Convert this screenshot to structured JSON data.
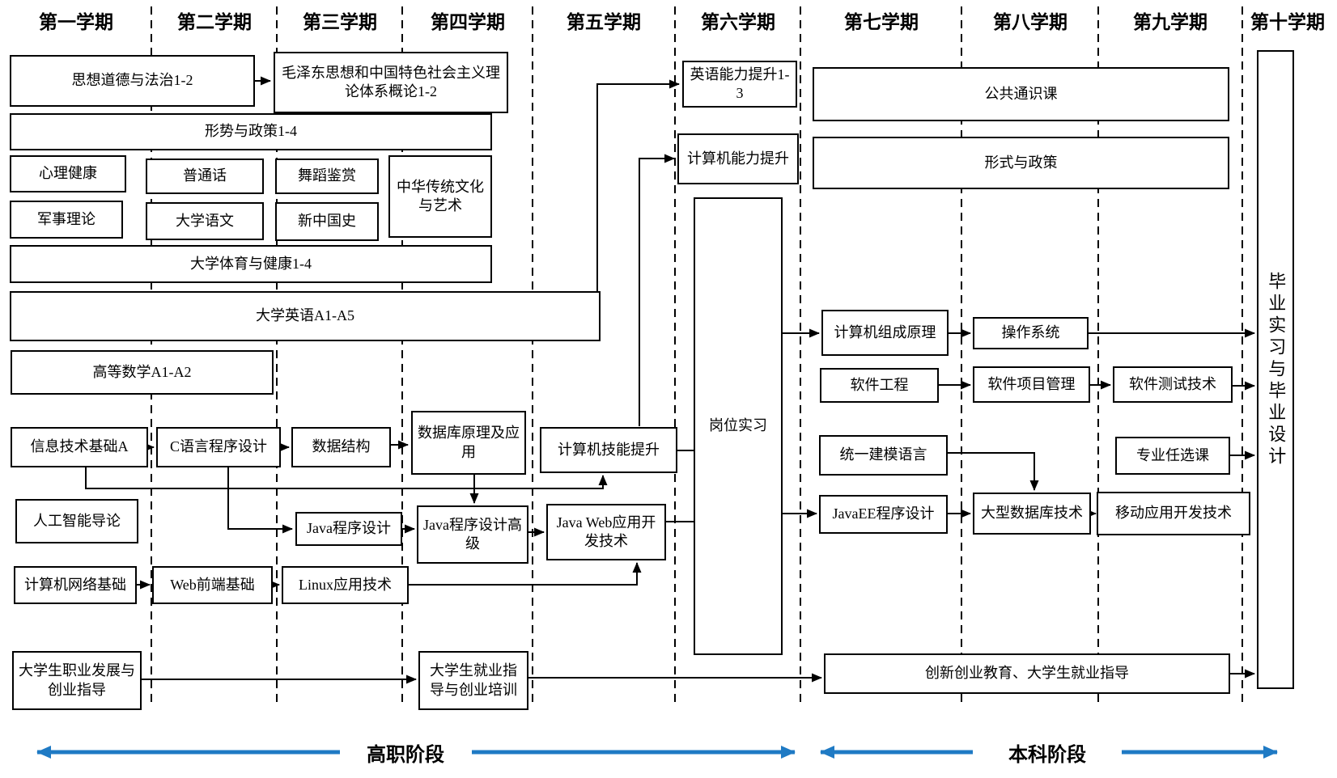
{
  "header": {
    "semesters": [
      "第一学期",
      "第二学期",
      "第三学期",
      "第四学期",
      "第五学期",
      "第六学期",
      "第七学期",
      "第八学期",
      "第九学期",
      "第十学期"
    ]
  },
  "courses": {
    "sxdd": "思想道德与法治1-2",
    "mzd": "毛泽东思想和中国特色社会主义理论体系概论1-2",
    "xszc": "形势与政策1-4",
    "xljk": "心理健康",
    "pth": "普通话",
    "wdjs": "舞蹈鉴赏",
    "zhct": "中华传统文化与艺术",
    "jsll": "军事理论",
    "dxyw": "大学语文",
    "xzgs": "新中国史",
    "tyjk": "大学体育与健康1-4",
    "dxyy": "大学英语A1-A5",
    "gdsx": "高等数学A1-A2",
    "xxjs": "信息技术基础A",
    "cyycx": "C语言程序设计",
    "sjjg": "数据结构",
    "sjkyl": "数据库原理及应用",
    "jsjjn": "计算机技能提升",
    "yynl": "英语能力提升1-3",
    "jsjnl": "计算机能力提升",
    "gwsx": "岗位实习",
    "rgzn": "人工智能导论",
    "javacx": "Java程序设计",
    "javagj": "Java程序设计高级",
    "javaweb": "Java Web应用开发技术",
    "jsjwl": "计算机网络基础",
    "webqd": "Web前端基础",
    "linux": "Linux应用技术",
    "zyfz": "大学生职业发展与创业指导",
    "jyzd": "大学生就业指导与创业培训",
    "ggtsk": "公共通识课",
    "xsyzc": "形式与政策",
    "jsjzc": "计算机组成原理",
    "czxt": "操作系统",
    "rjgc": "软件工程",
    "rjxmgl": "软件项目管理",
    "rjcsjs": "软件测试技术",
    "uml": "统一建模语言",
    "zyrxk": "专业任选课",
    "javaee": "JavaEE程序设计",
    "dxsjkjs": "大型数据库技术",
    "ydyykf": "移动应用开发技术",
    "cxcyjy": "创新创业教育、大学生就业指导",
    "bysx": "毕业实习与毕业设计"
  },
  "stages": {
    "left": "高职阶段",
    "right": "本科阶段"
  },
  "colors": {
    "line": "#000000",
    "stage_arrow": "#1F7AC4",
    "background": "#FFFFFF",
    "box_border": "#000000"
  }
}
